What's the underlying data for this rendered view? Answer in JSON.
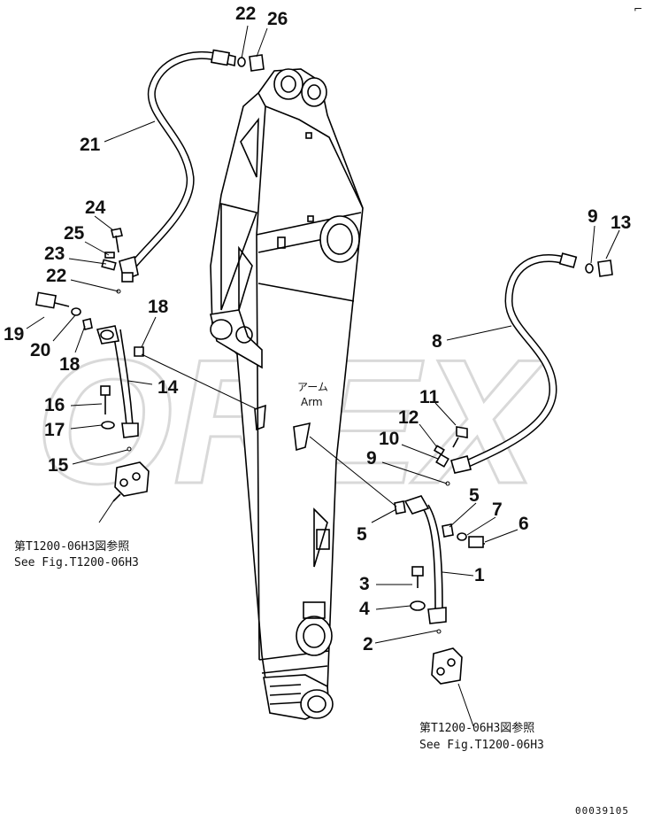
{
  "watermark": "OREX",
  "corner_mark": "⌐",
  "arm_label": {
    "jp": "アーム",
    "en": "Arm"
  },
  "ref_left": {
    "jp": "第T1200-06H3図参照",
    "en": "See Fig.T1200-06H3"
  },
  "ref_right": {
    "jp": "第T1200-06H3図参照",
    "en": "See Fig.T1200-06H3"
  },
  "drawing_code": "00039105",
  "callouts": {
    "c22a": "22",
    "c26": "26",
    "c21": "21",
    "c24": "24",
    "c25": "25",
    "c23": "23",
    "c22b": "22",
    "c18a": "18",
    "c19": "19",
    "c20": "20",
    "c18b": "18",
    "c14": "14",
    "c16": "16",
    "c17": "17",
    "c15": "15",
    "c9a": "9",
    "c13": "13",
    "c8": "8",
    "c11": "11",
    "c12": "12",
    "c10": "10",
    "c9b": "9",
    "c5a": "5",
    "c5b": "5",
    "c7": "7",
    "c6": "6",
    "c1": "1",
    "c3": "3",
    "c4": "4",
    "c2": "2"
  }
}
